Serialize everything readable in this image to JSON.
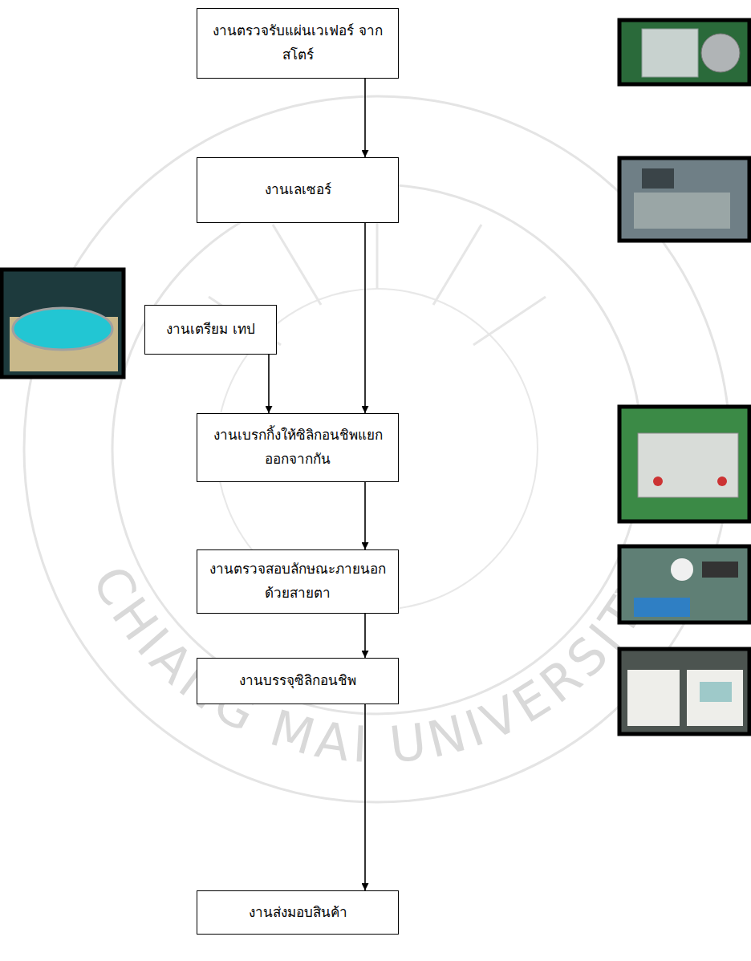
{
  "diagram": {
    "nodes": [
      {
        "text": [
          "งานตรวจรับแผ่นเวเฟอร์ จากสโตร์"
        ]
      },
      {
        "text": [
          "งานเลเซอร์"
        ]
      },
      {
        "text": [
          "งานเตรียม เทป"
        ]
      },
      {
        "text": [
          "งานเบรกกิ้งให้ซิลิกอนชิพแยก ออกจากกัน"
        ]
      },
      {
        "text": [
          "งานตรวจสอบลักษณะภายนอก ด้วยสายตา"
        ]
      },
      {
        "text": [
          "งานบรรจุซิลิกอนชิพ"
        ]
      },
      {
        "text": [
          "งานส่งมอบสินค้า"
        ]
      }
    ],
    "edges": [
      {
        "from": 0,
        "to": 1,
        "arrow": "to"
      },
      {
        "from": 1,
        "to": 3,
        "arrow": "to"
      },
      {
        "from": 2,
        "to": 3,
        "arrow": "to"
      },
      {
        "from": 3,
        "to": 4,
        "arrow": "to"
      },
      {
        "from": 4,
        "to": 5,
        "arrow": "to"
      },
      {
        "from": 5,
        "to": 6,
        "arrow": "to"
      }
    ],
    "labels": [
      "CHIANG MAI UNIVERSITY"
    ]
  }
}
